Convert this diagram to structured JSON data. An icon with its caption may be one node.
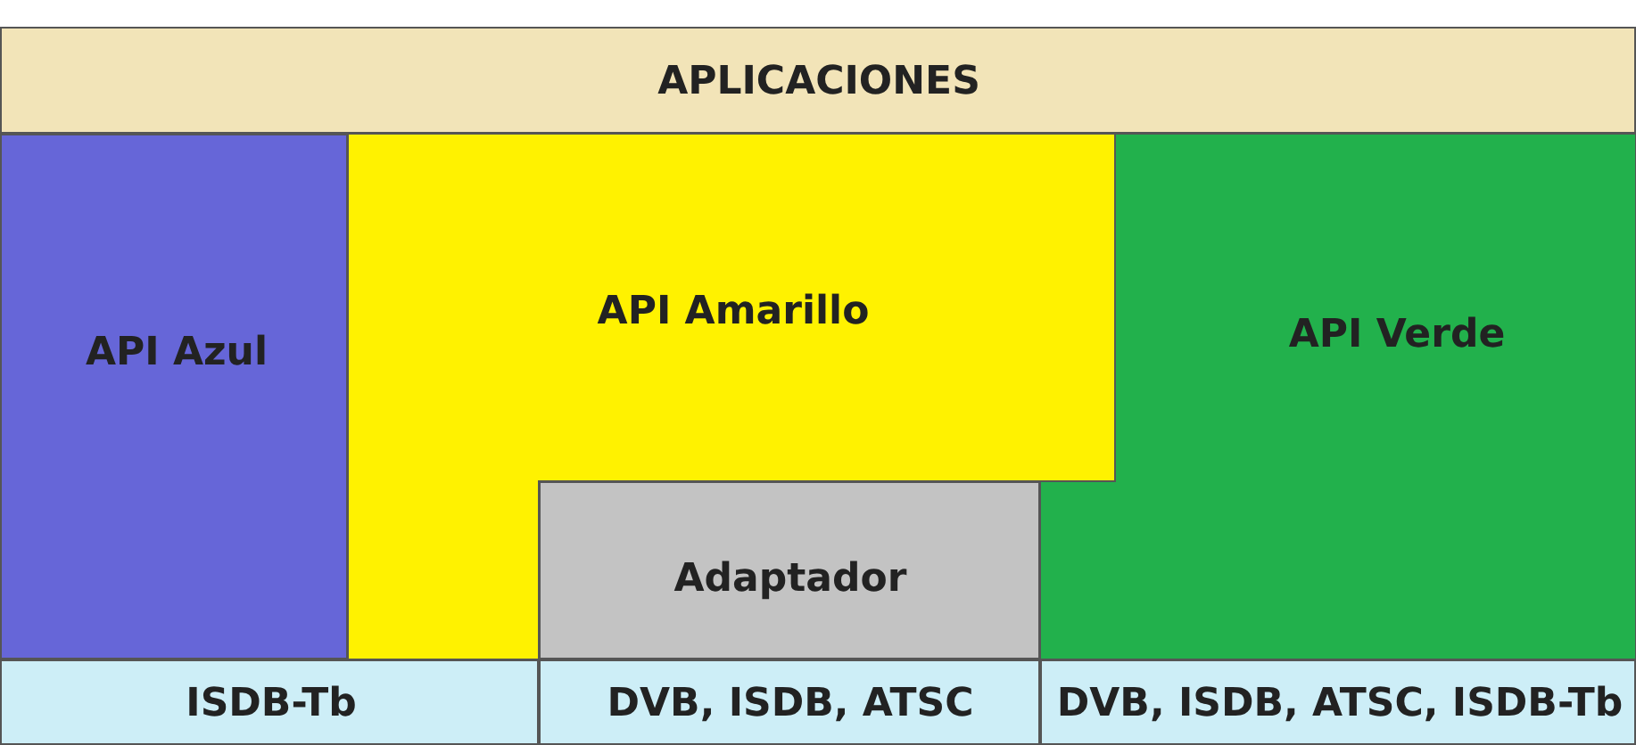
{
  "diagram": {
    "nodes": [
      {
        "text": [
          "APLICACIONES"
        ]
      },
      {
        "text": [
          "API Azul"
        ]
      },
      {
        "text": [
          "API Amarillo"
        ]
      },
      {
        "text": [
          "API Verde"
        ]
      },
      {
        "text": [
          "Adaptador"
        ]
      },
      {
        "text": [
          "ISDB-Tb"
        ]
      },
      {
        "text": [
          "DVB, ISDB, ATSC"
        ]
      },
      {
        "text": [
          "DVB, ISDB, ATSC, ISDB-Tb"
        ]
      }
    ]
  }
}
